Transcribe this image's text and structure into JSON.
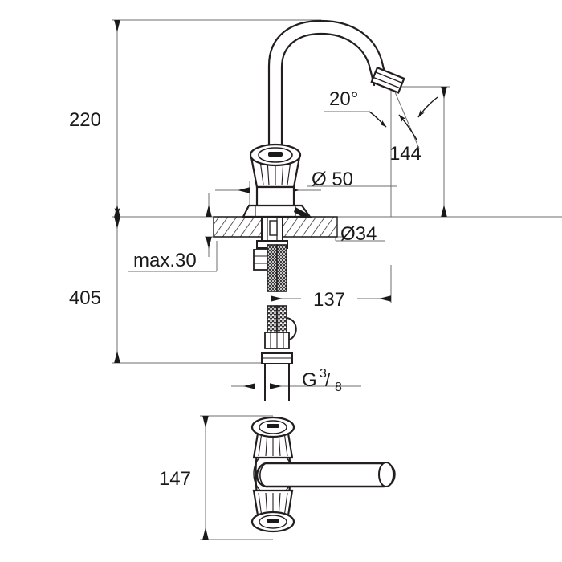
{
  "drawing": {
    "type": "technical-dimension-drawing",
    "subject": "two-handle pillar tap / basin mixer faucet",
    "units": "mm",
    "line_color": "#231f20",
    "dimension_line_color": "#6d6e71",
    "background_color": "#ffffff",
    "views": [
      {
        "id": "front-elevation",
        "label": ""
      },
      {
        "id": "top-plan",
        "label": ""
      }
    ]
  },
  "dimensions": {
    "height_to_spout_top": "220",
    "total_length_with_hose": "405",
    "spout_outlet_height": "144",
    "spout_reach": "137",
    "handle_span_plan": "147",
    "escutcheon_diameter": "Ø 50",
    "tap_hole_diameter": "Ø34",
    "max_deck_thickness": "max.30",
    "outlet_angle": "20°",
    "thread_size_prefix": "G",
    "thread_size_numerator": "3",
    "thread_size_denominator": "8",
    "thread_size_full": "G 3/8"
  },
  "labels": {
    "dim_220": "220",
    "dim_405": "405",
    "dim_144": "144",
    "dim_137": "137",
    "dim_147": "147",
    "dim_d50": "Ø 50",
    "dim_d34": "Ø34",
    "dim_max30": "max.30",
    "dim_angle": "20°",
    "thread_g": "G",
    "thread_num": "3",
    "thread_slash": "/",
    "thread_den": "8"
  }
}
